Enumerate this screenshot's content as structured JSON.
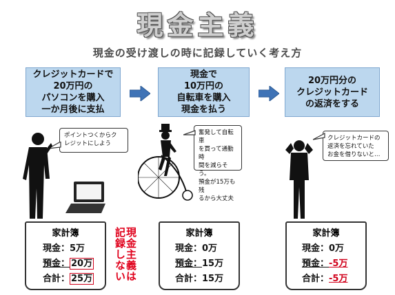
{
  "title": "現金主義",
  "subtitle": "現金の受け渡しの時に記録していく考え方",
  "steps": [
    {
      "text": "クレジットカードで\n20万円の\nパソコンを購入\n一か月後に支払"
    },
    {
      "text": "現金で\n10万円の\n自転車を購入\n現金を払う"
    },
    {
      "text": "20万円分の\nクレジットカード\nの返済をする"
    }
  ],
  "bubbles": [
    {
      "text": "ポイントつくからク\nレジットにしよう"
    },
    {
      "text": "奮発して自転車\nを買って通勤時\n間を減らそう。\n預金が15万も残\nるから大丈夫"
    },
    {
      "text": "クレジットカードの\n返済を忘れていた\nお金を借りないと…"
    }
  ],
  "ledgers": [
    {
      "title": "家計簿",
      "cash_label": "現金：",
      "cash": "5万",
      "deposit_label": "預金：",
      "deposit": "20万",
      "total_label": "合計：",
      "total": "25万"
    },
    {
      "title": "家計簿",
      "cash_label": "現金：",
      "cash": "0万",
      "deposit_label": "預金：",
      "deposit": "15万",
      "total_label": "合計：",
      "total": "15万"
    },
    {
      "title": "家計簿",
      "cash_label": "現金：",
      "cash": "0万",
      "deposit_label": "預金：",
      "deposit": "-5万",
      "total_label": "合計：",
      "total": "-5万"
    }
  ],
  "note": "現金主義は記録しない",
  "colors": {
    "step_bg": "#bcd7ee",
    "arrow": "#3f73b6",
    "negative": "#d0001a",
    "note": "#e0001b"
  }
}
